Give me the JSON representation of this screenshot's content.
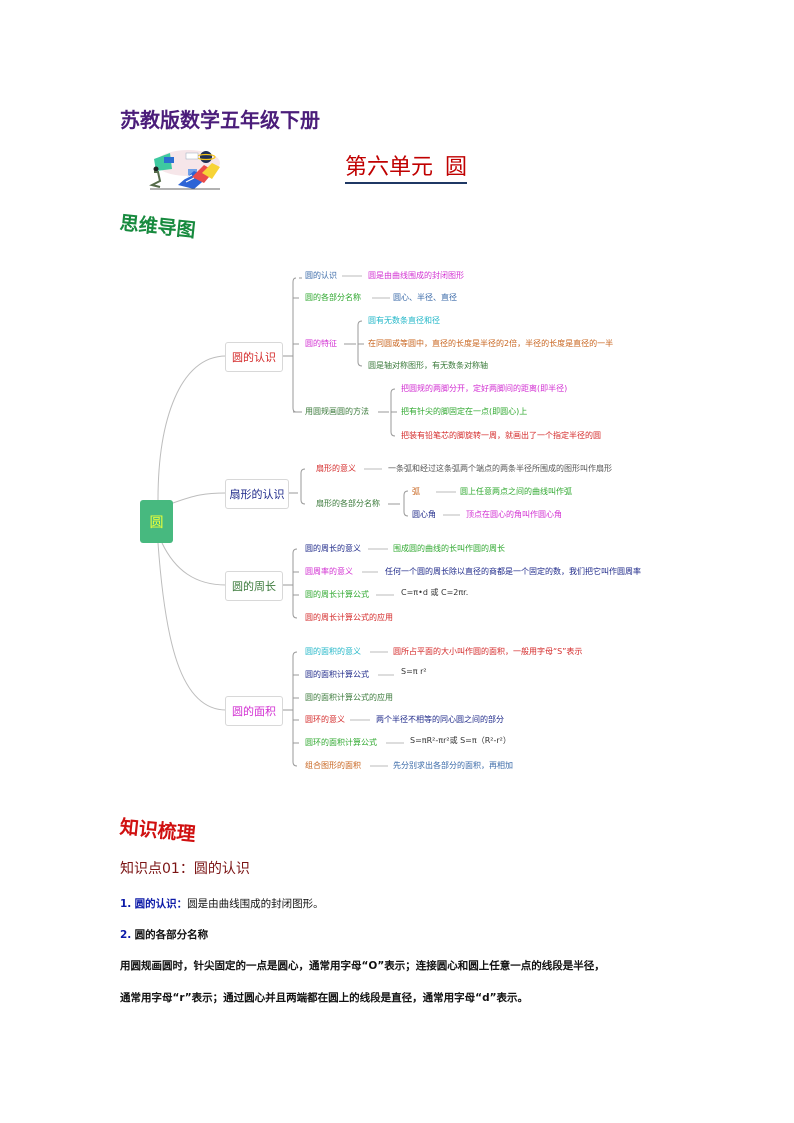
{
  "header": {
    "doc_title": "苏教版数学五年级下册",
    "unit_title_prefix": "第六单元",
    "unit_title_topic": "圆",
    "illustration": "study-illustration-icon"
  },
  "mindmap": {
    "heading": "思维导图",
    "root": "圆",
    "colors": {
      "red": "#d42a2a",
      "blue": "#3a3aa8",
      "green": "#2fa82f",
      "magenta": "#d22fd2",
      "cyan": "#22b7c8",
      "orange": "#c8641e",
      "darkgreen": "#3b7a3b",
      "darkblue": "#1f2a8a",
      "gray": "#555555"
    },
    "branches": [
      {
        "label": "圆的认识",
        "items": [
          {
            "label": "圆的认识",
            "desc": "圆是由曲线围成的封闭图形"
          },
          {
            "label": "圆的各部分名称",
            "desc": "圆心、半径、直径"
          },
          {
            "label": "圆的特征",
            "subs": [
              "圆有无数条直径和径",
              "在同圆或等圆中，直径的长度是半径的2倍，半径的长度是直径的一半",
              "圆是轴对称图形，有无数条对称轴"
            ]
          },
          {
            "label": "用圆规画圆的方法",
            "subs": [
              "把圆规的两脚分开，定好两脚间的距离(即半径)",
              "把有针尖的脚固定在一点(即圆心)上",
              "把装有铅笔芯的脚旋转一周，就画出了一个指定半径的圆"
            ]
          }
        ]
      },
      {
        "label": "扇形的认识",
        "items": [
          {
            "label": "扇形的意义",
            "desc": "一条弧和经过这条弧两个端点的两条半径所围成的图形叫作扇形"
          },
          {
            "label": "扇形的各部分名称",
            "subs": [
              {
                "label": "弧",
                "desc": "圆上任意两点之间的曲线叫作弧"
              },
              {
                "label": "圆心角",
                "desc": "顶点在圆心的角叫作圆心角"
              }
            ]
          }
        ]
      },
      {
        "label": "圆的周长",
        "items": [
          {
            "label": "圆的周长的意义",
            "desc": "围成圆的曲线的长叫作圆的周长"
          },
          {
            "label": "圆周率的意义",
            "desc": "任何一个圆的周长除以直径的商都是一个固定的数，我们把它叫作圆周率"
          },
          {
            "label": "圆的周长计算公式",
            "desc": "C=π•d 或 C=2πr."
          },
          {
            "label": "圆的周长计算公式的应用"
          }
        ]
      },
      {
        "label": "圆的面积",
        "items": [
          {
            "label": "圆的面积的意义",
            "desc": "圆所占平面的大小叫作圆的面积，一般用字母“S”表示"
          },
          {
            "label": "圆的面积计算公式",
            "desc": "S=π r²"
          },
          {
            "label": "圆的面积计算公式的应用"
          },
          {
            "label": "圆环的意义",
            "desc": "两个半径不相等的同心圆之间的部分"
          },
          {
            "label": "圆环的面积计算公式",
            "desc": "S=πR²-πr²或 S=π（R²-r²）"
          },
          {
            "label": "组合图形的面积",
            "desc": "先分别求出各部分的面积，再相加"
          }
        ]
      }
    ]
  },
  "knowledge": {
    "heading": "知识梳理",
    "point_title": "知识点01：圆的认识",
    "p1_num": "1.",
    "p1_label": "圆的认识：",
    "p1_text": "圆是由曲线围成的封闭图形。",
    "p2_num": "2.",
    "p2_label": "圆的各部分名称",
    "p3_line1": "用圆规画圆时，针尖固定的一点是圆心，通常用字母“O”表示；连接圆心和圆上任意一点的线段是半径，",
    "p3_line2": "通常用字母“r”表示；通过圆心并且两端都在圆上的线段是直径，通常用字母“d”表示。"
  }
}
